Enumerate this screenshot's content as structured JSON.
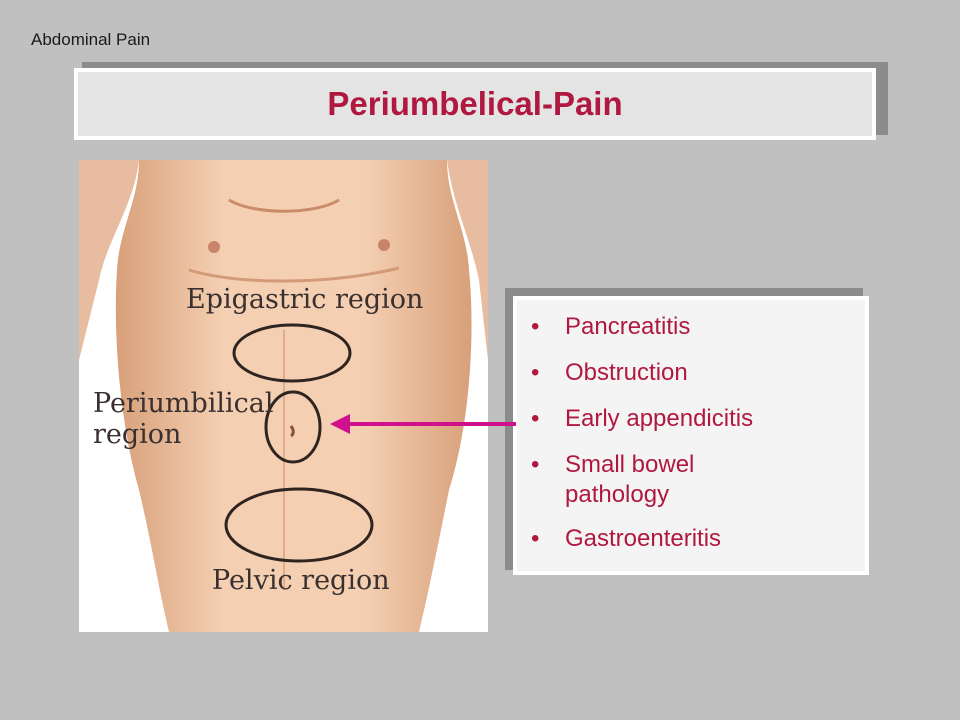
{
  "header": {
    "label": "Abdominal Pain"
  },
  "title": {
    "text": "Periumbelical-Pain"
  },
  "figure": {
    "regions": {
      "epigastric": [
        "Epigastric region"
      ],
      "periumbilical": [
        "Periumbilical",
        "region"
      ],
      "pelvic": [
        "Pelvic region"
      ]
    }
  },
  "causes": {
    "items": [
      {
        "text": "Pancreatitis"
      },
      {
        "text": "Obstruction"
      },
      {
        "text": "Early appendicitis"
      },
      {
        "text": "Small bowel pathology"
      },
      {
        "text": "Gastroenteritis"
      }
    ]
  },
  "colors": {
    "accent": "#b01840",
    "arrow": "#d0108c",
    "background": "#c0c0c0"
  },
  "icons": {
    "bullet": "•"
  }
}
